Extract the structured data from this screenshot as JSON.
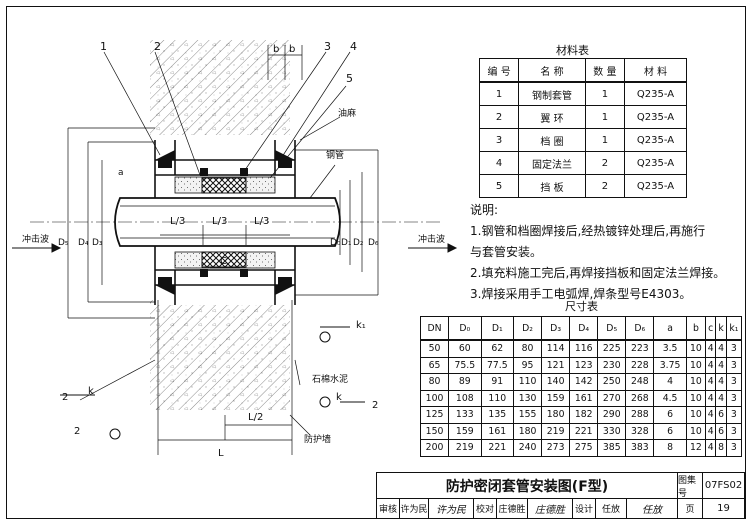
{
  "labels": {
    "part_numbers": [
      "1",
      "2",
      "3",
      "4",
      "5"
    ],
    "oil_hemp": "油麻",
    "steel_pipe": "钢管",
    "impact_left": "冲击波",
    "impact_right": "冲击波",
    "asbestos_cement": "石棉水泥",
    "protective_wall": "防护墙",
    "dim_b": "b",
    "dim_c": "C",
    "dim_L": "L",
    "dim_L2": "L/2",
    "dim_L3": "L/3",
    "dim_a": "a",
    "dim_k": "k",
    "dim_k1": "k₁",
    "diam_left": [
      "D₅",
      "D₄",
      "D₃"
    ],
    "diam_right": [
      "D₀",
      "D₁",
      "D₂",
      "D₆"
    ],
    "weld_2": "2"
  },
  "material_table": {
    "title": "材料表",
    "headers": [
      "编 号",
      "名 称",
      "数 量",
      "材 料"
    ],
    "rows": [
      [
        "1",
        "钢制套管",
        "1",
        "Q235-A"
      ],
      [
        "2",
        "翼 环",
        "1",
        "Q235-A"
      ],
      [
        "3",
        "档 圈",
        "1",
        "Q235-A"
      ],
      [
        "4",
        "固定法兰",
        "2",
        "Q235-A"
      ],
      [
        "5",
        "挡 板",
        "2",
        "Q235-A"
      ]
    ]
  },
  "notes": {
    "title": "说明:",
    "lines": [
      "1.钢管和档圈焊接后,经热镀锌处理后,再施行",
      "与套管安装。",
      "2.填充料施工完后,再焊接挡板和固定法兰焊接。",
      "3.焊接采用手工电弧焊,焊条型号E4303。"
    ]
  },
  "dimension_table": {
    "title": "尺寸表",
    "headers": [
      "DN",
      "D₀",
      "D₁",
      "D₂",
      "D₃",
      "D₄",
      "D₅",
      "D₆",
      "a",
      "b",
      "c",
      "k",
      "k₁"
    ],
    "rows": [
      [
        "50",
        "60",
        "62",
        "80",
        "114",
        "116",
        "225",
        "223",
        "3.5",
        "10",
        "4",
        "4",
        "3"
      ],
      [
        "65",
        "75.5",
        "77.5",
        "95",
        "121",
        "123",
        "230",
        "228",
        "3.75",
        "10",
        "4",
        "4",
        "3"
      ],
      [
        "80",
        "89",
        "91",
        "110",
        "140",
        "142",
        "250",
        "248",
        "4",
        "10",
        "4",
        "4",
        "3"
      ],
      [
        "100",
        "108",
        "110",
        "130",
        "159",
        "161",
        "270",
        "268",
        "4.5",
        "10",
        "4",
        "4",
        "3"
      ],
      [
        "125",
        "133",
        "135",
        "155",
        "180",
        "182",
        "290",
        "288",
        "6",
        "10",
        "4",
        "6",
        "3"
      ],
      [
        "150",
        "159",
        "161",
        "180",
        "219",
        "221",
        "330",
        "328",
        "6",
        "10",
        "4",
        "6",
        "3"
      ],
      [
        "200",
        "219",
        "221",
        "240",
        "273",
        "275",
        "385",
        "383",
        "8",
        "12",
        "4",
        "8",
        "3"
      ]
    ]
  },
  "title_block": {
    "title": "防护密闭套管安装图(F型)",
    "atlas_label": "图集号",
    "atlas_no": "07FS02",
    "page_label": "页",
    "page_no": "19",
    "sign_row": [
      {
        "label": "审核",
        "name": "许为民",
        "sig": "许为民"
      },
      {
        "label": "校对",
        "name": "庄德胜",
        "sig": "庄德胜"
      },
      {
        "label": "设计",
        "name": "任放",
        "sig": "任放"
      }
    ]
  }
}
